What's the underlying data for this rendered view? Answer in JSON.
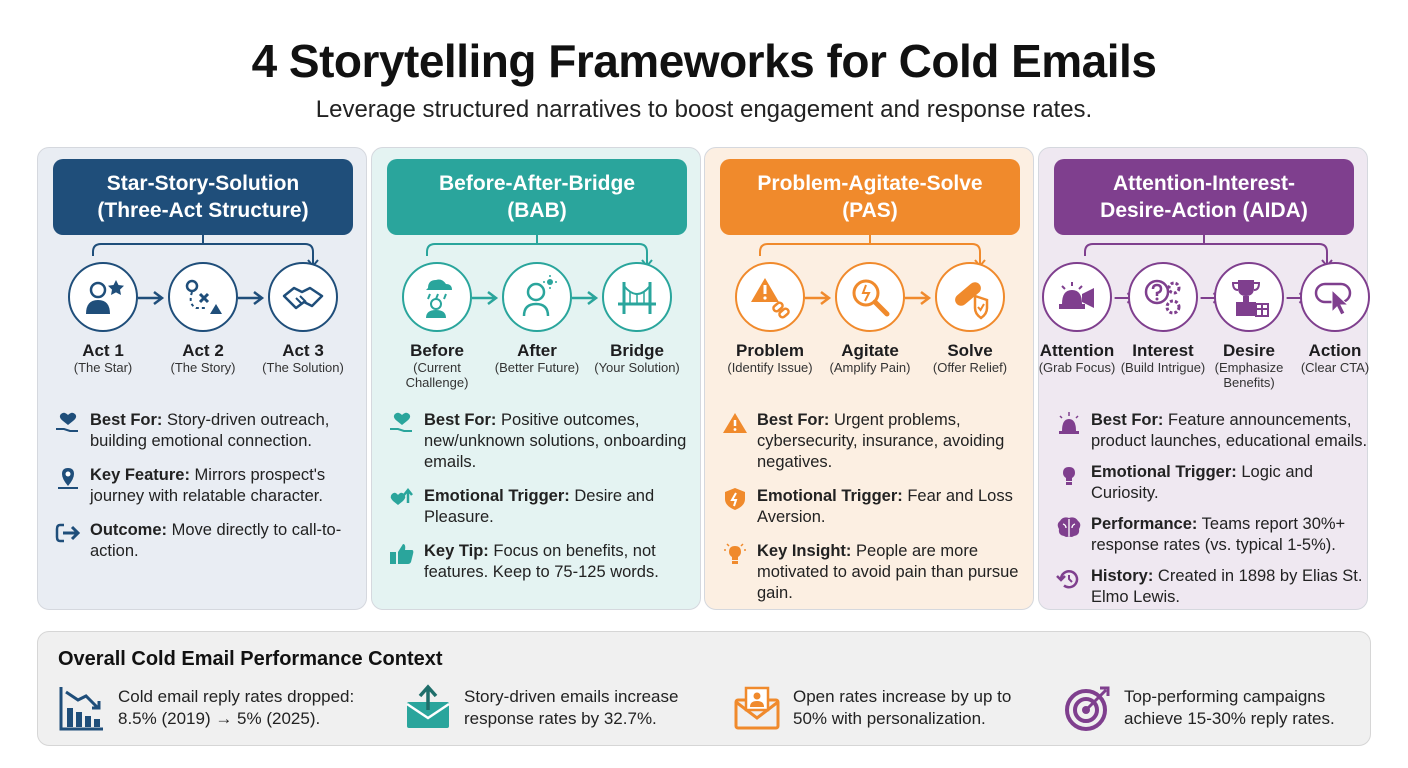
{
  "header": {
    "title": "4 Storytelling Frameworks for Cold Emails",
    "subtitle": "Leverage structured narratives to boost engagement and response rates."
  },
  "frameworks": [
    {
      "title_line1": "Star-Story-Solution",
      "title_line2": "(Three-Act Structure)",
      "accent": "#1f4e7a",
      "steps": [
        {
          "name": "Act 1",
          "desc": "(The Star)",
          "icon": "person-star-icon"
        },
        {
          "name": "Act 2",
          "desc": "(The Story)",
          "icon": "story-path-icon"
        },
        {
          "name": "Act 3",
          "desc": "(The Solution)",
          "icon": "handshake-icon"
        }
      ],
      "items": [
        {
          "label": "Best For:",
          "text": " Story-driven outreach, building emotional connection.",
          "icon": "heart-hand-icon"
        },
        {
          "label": "Key Feature:",
          "text": " Mirrors prospect's journey with relatable character.",
          "icon": "map-pin-icon"
        },
        {
          "label": "Outcome:",
          "text": " Move directly to call-to-action.",
          "icon": "exit-arrow-icon"
        }
      ]
    },
    {
      "title_line1": "Before-After-Bridge",
      "title_line2": "(BAB)",
      "accent": "#2aa59c",
      "steps": [
        {
          "name": "Before",
          "desc": "(Current Challenge)",
          "icon": "rain-person-icon"
        },
        {
          "name": "After",
          "desc": "(Better Future)",
          "icon": "sun-person-icon"
        },
        {
          "name": "Bridge",
          "desc": "(Your Solution)",
          "icon": "bridge-icon"
        }
      ],
      "items": [
        {
          "label": "Best For:",
          "text": " Positive outcomes, new/unknown solutions, onboarding emails.",
          "icon": "heart-hand-icon"
        },
        {
          "label": "Emotional Trigger:",
          "text": " Desire and Pleasure.",
          "icon": "heart-arrow-icon"
        },
        {
          "label": "Key Tip:",
          "text": " Focus on benefits, not features. Keep to 75-125 words.",
          "icon": "thumbs-up-icon"
        }
      ]
    },
    {
      "title_line1": "Problem-Agitate-Solve",
      "title_line2": "(PAS)",
      "accent": "#f08a2c",
      "steps": [
        {
          "name": "Problem",
          "desc": "(Identify Issue)",
          "icon": "warning-chain-icon"
        },
        {
          "name": "Agitate",
          "desc": "(Amplify Pain)",
          "icon": "magnifier-icon"
        },
        {
          "name": "Solve",
          "desc": "(Offer Relief)",
          "icon": "bandage-shield-icon"
        }
      ],
      "items": [
        {
          "label": "Best For:",
          "text": " Urgent problems, cybersecurity, insurance, avoiding negatives.",
          "icon": "warning-icon"
        },
        {
          "label": "Emotional Trigger:",
          "text": " Fear and Loss Aversion.",
          "icon": "shield-bolt-icon"
        },
        {
          "label": "Key Insight:",
          "text": " People are more motivated to avoid pain than pursue gain.",
          "icon": "lightbulb-icon"
        }
      ]
    },
    {
      "title_line1": "Attention-Interest-",
      "title_line2": "Desire-Action (AIDA)",
      "accent": "#7f3f8e",
      "steps": [
        {
          "name": "Attention",
          "desc": "(Grab Focus)",
          "icon": "siren-megaphone-icon"
        },
        {
          "name": "Interest",
          "desc": "(Build Intrigue)",
          "icon": "question-gears-icon"
        },
        {
          "name": "Desire",
          "desc": "(Emphasize Benefits)",
          "icon": "trophy-gift-icon"
        },
        {
          "name": "Action",
          "desc": "(Clear CTA)",
          "icon": "cursor-button-icon"
        }
      ],
      "items": [
        {
          "label": "Best For:",
          "text": " Feature announcements, product launches, educational emails.",
          "icon": "siren-icon"
        },
        {
          "label": "Emotional Trigger:",
          "text": " Logic and Curiosity.",
          "icon": "lightbulb-icon"
        },
        {
          "label": "Performance:",
          "text": " Teams report 30%+ response rates (vs. typical 1-5%).",
          "icon": "brain-icon"
        },
        {
          "label": "History:",
          "text": " Created in 1898 by Elias St. Elmo Lewis.",
          "icon": "history-icon"
        }
      ]
    }
  ],
  "context": {
    "title": "Overall Cold Email Performance Context",
    "stats": [
      {
        "line1": "Cold email reply rates dropped:",
        "line2": "8.5% (2019) → 5% (2025).",
        "icon": "declining-chart-icon"
      },
      {
        "line1": "Story-driven emails increase",
        "line2": "response rates by 32.7%.",
        "icon": "envelope-upload-icon"
      },
      {
        "line1": "Open rates increase by up to",
        "line2": "50% with personalization.",
        "icon": "envelope-person-icon"
      },
      {
        "line1": "Top-performing campaigns",
        "line2": "achieve 15-30% reply rates.",
        "icon": "target-arrow-icon"
      }
    ]
  }
}
